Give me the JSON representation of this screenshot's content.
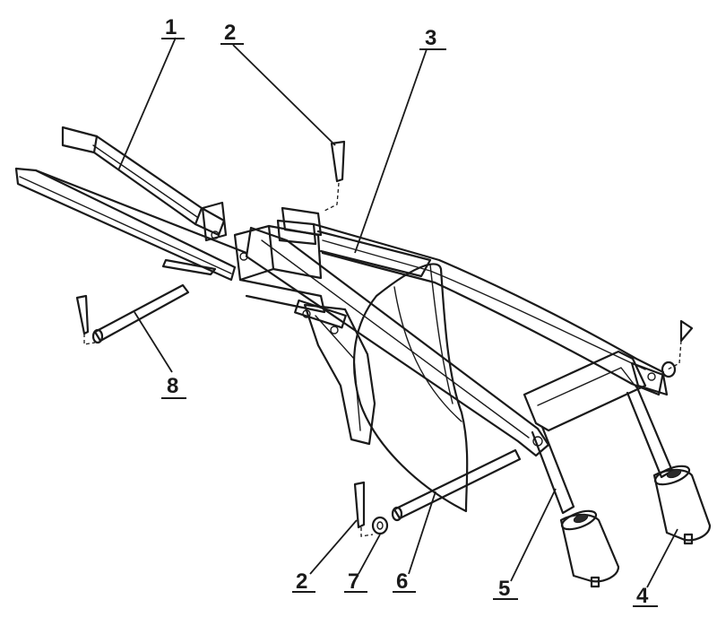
{
  "callouts": [
    {
      "id": "callout-1",
      "text": "1"
    },
    {
      "id": "callout-2-top",
      "text": "2"
    },
    {
      "id": "callout-3",
      "text": "3"
    },
    {
      "id": "callout-8",
      "text": "8"
    },
    {
      "id": "callout-2-bottom",
      "text": "2"
    },
    {
      "id": "callout-7",
      "text": "7"
    },
    {
      "id": "callout-6",
      "text": "6"
    },
    {
      "id": "callout-5",
      "text": "5"
    },
    {
      "id": "callout-4",
      "text": "4"
    }
  ]
}
